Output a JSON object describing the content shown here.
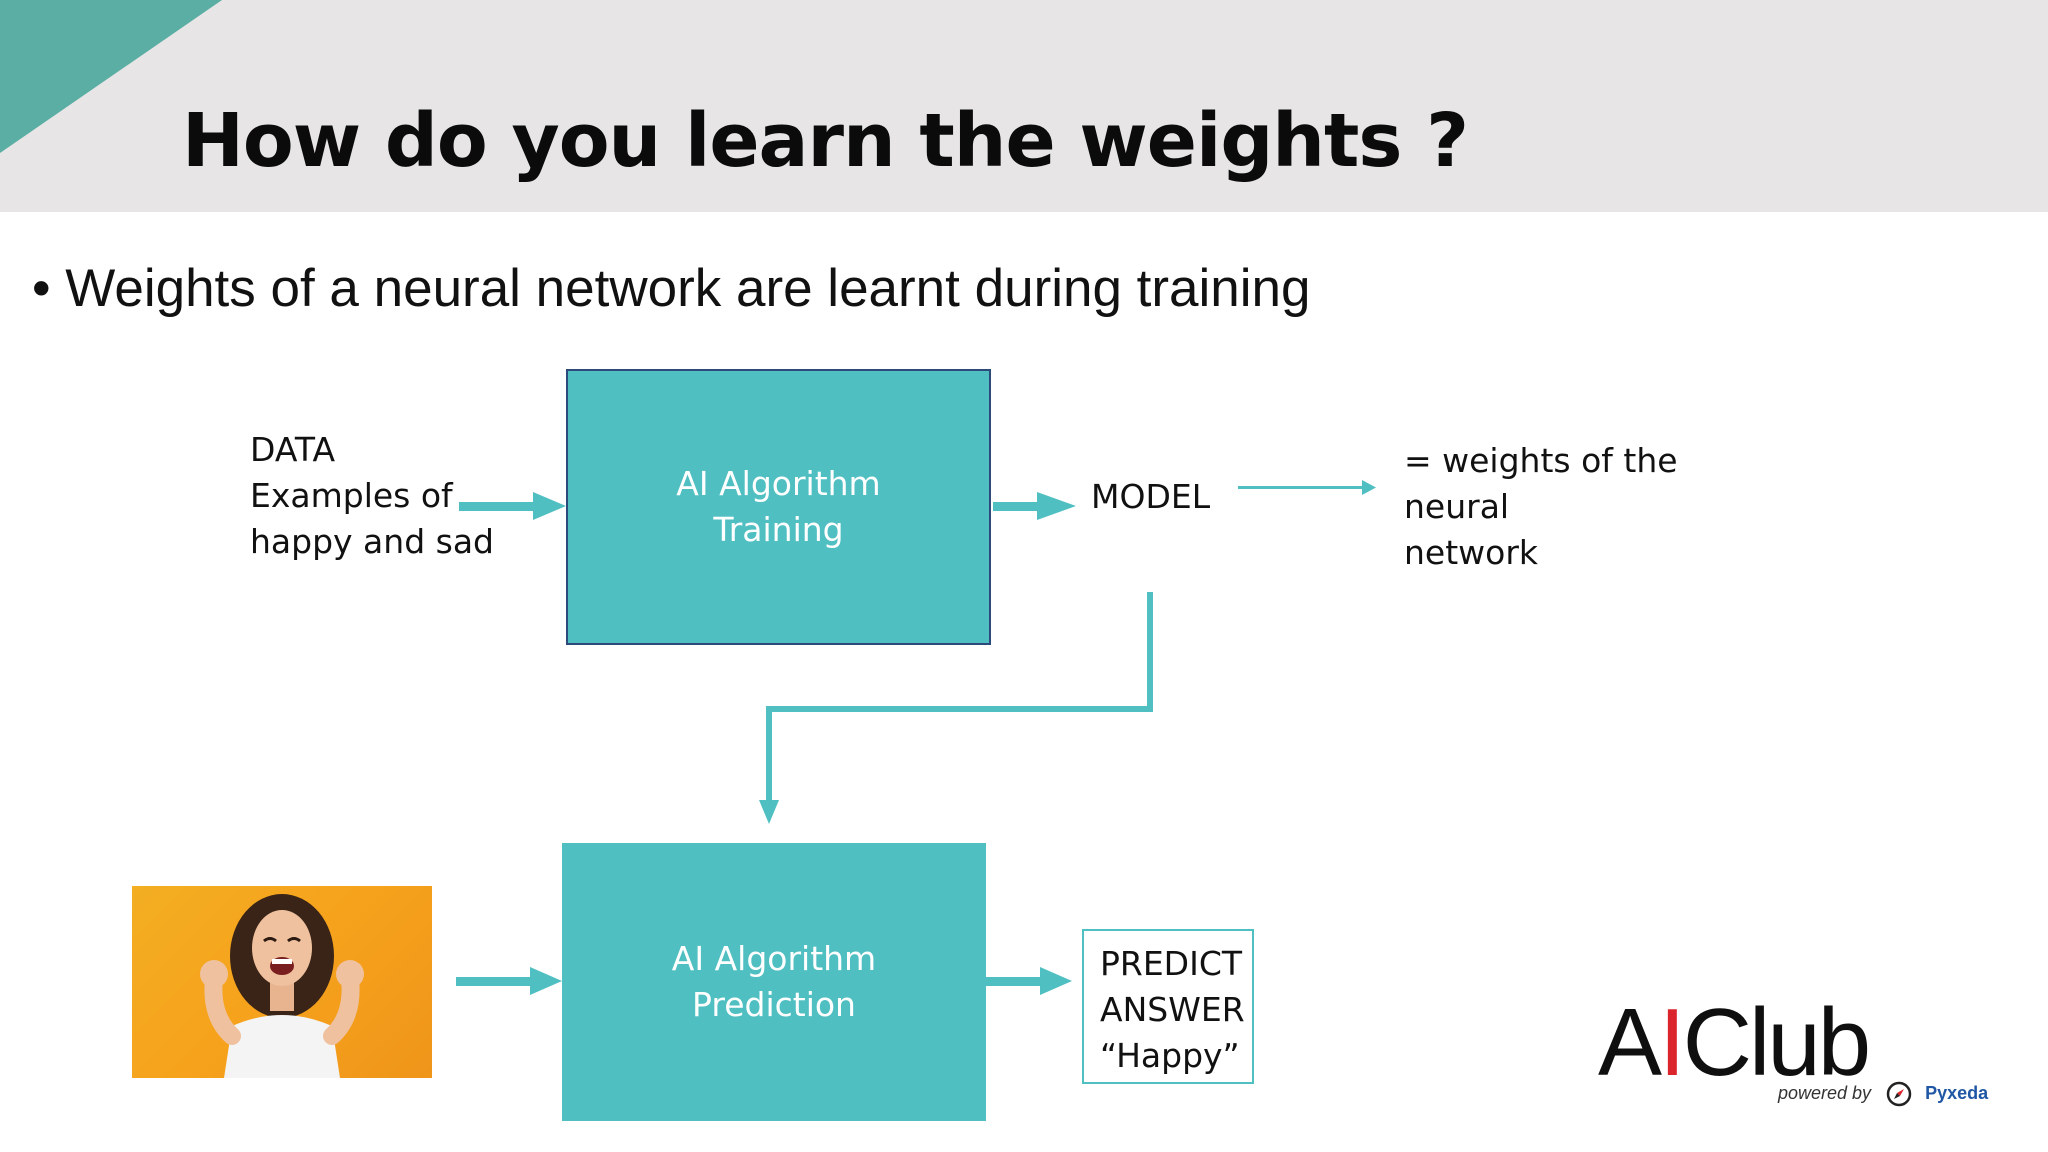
{
  "slide": {
    "title": "How do you learn the weights ?",
    "bullet": "• Weights of a neural network are learnt during training"
  },
  "diagram": {
    "data_label": [
      "DATA",
      "Examples of",
      "happy and sad"
    ],
    "training_box": [
      "AI Algorithm",
      "Training"
    ],
    "model_label": "MODEL",
    "weights_label": [
      "= weights of the",
      "neural",
      "network"
    ],
    "prediction_box": [
      "AI Algorithm",
      "Prediction"
    ],
    "answer_box": [
      "PREDICT",
      "ANSWER",
      "“Happy”"
    ]
  },
  "logo": {
    "brand_left": "A",
    "brand_bar": "I",
    "brand_right": "Club",
    "powered_by": "powered by",
    "partner": "Pyxeda"
  },
  "colors": {
    "accent_teal": "#4fbfc2",
    "corner_teal": "#5aaea3",
    "header_bg": "#e7e5e6",
    "logo_red": "#d9252b"
  },
  "image": {
    "alt": "excited-woman-photo"
  }
}
